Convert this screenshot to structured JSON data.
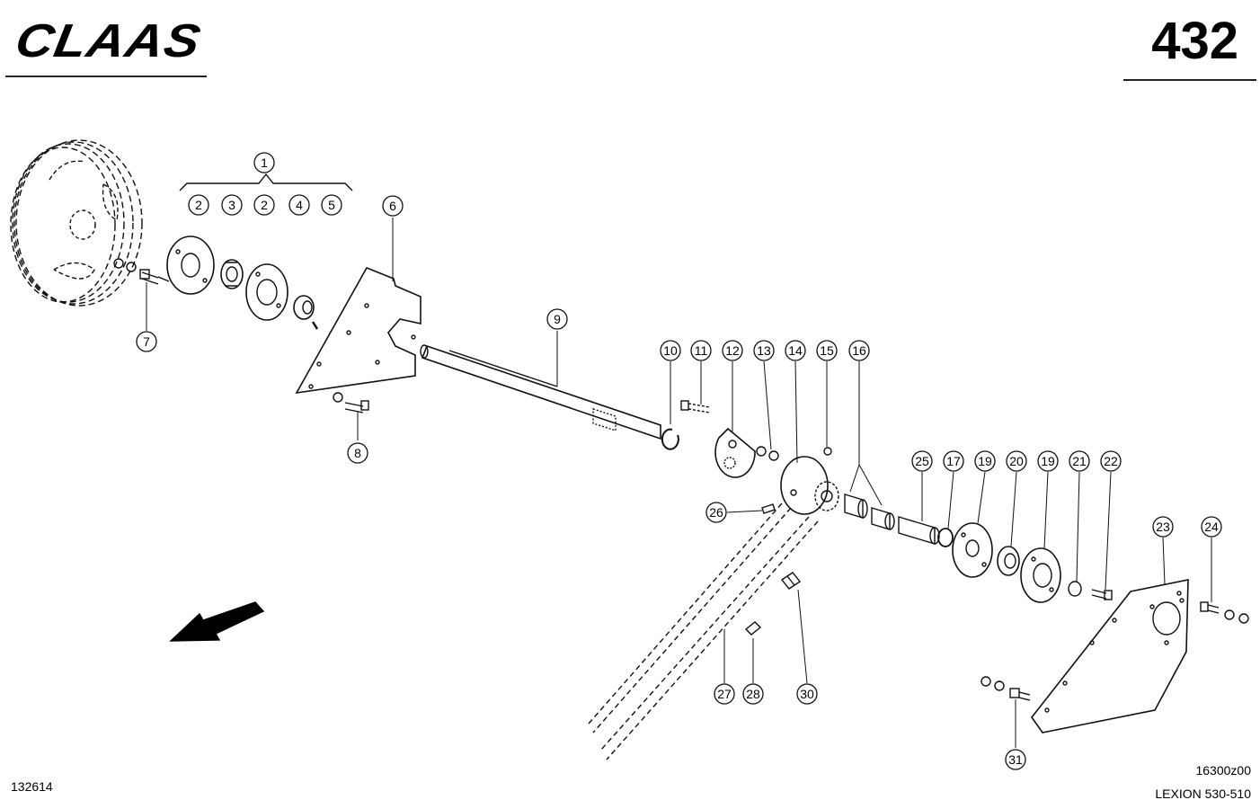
{
  "header": {
    "brand": "CLAAS",
    "page_number": "432"
  },
  "footer": {
    "left_id": "132614",
    "drawing_id": "16300z00",
    "model": "LEXION 530-510"
  },
  "callouts": [
    {
      "id": "c1",
      "label": "1"
    },
    {
      "id": "c2a",
      "label": "2"
    },
    {
      "id": "c3",
      "label": "3"
    },
    {
      "id": "c2b",
      "label": "2"
    },
    {
      "id": "c4",
      "label": "4"
    },
    {
      "id": "c5",
      "label": "5"
    },
    {
      "id": "c6",
      "label": "6"
    },
    {
      "id": "c7",
      "label": "7"
    },
    {
      "id": "c8",
      "label": "8"
    },
    {
      "id": "c9",
      "label": "9"
    },
    {
      "id": "c10",
      "label": "10"
    },
    {
      "id": "c11",
      "label": "11"
    },
    {
      "id": "c12",
      "label": "12"
    },
    {
      "id": "c13",
      "label": "13"
    },
    {
      "id": "c14",
      "label": "14"
    },
    {
      "id": "c15",
      "label": "15"
    },
    {
      "id": "c16",
      "label": "16"
    },
    {
      "id": "c25",
      "label": "25"
    },
    {
      "id": "c17",
      "label": "17"
    },
    {
      "id": "c19a",
      "label": "19"
    },
    {
      "id": "c20",
      "label": "20"
    },
    {
      "id": "c19b",
      "label": "19"
    },
    {
      "id": "c21",
      "label": "21"
    },
    {
      "id": "c22",
      "label": "22"
    },
    {
      "id": "c23",
      "label": "23"
    },
    {
      "id": "c24",
      "label": "24"
    },
    {
      "id": "c26",
      "label": "26"
    },
    {
      "id": "c27",
      "label": "27"
    },
    {
      "id": "c28",
      "label": "28"
    },
    {
      "id": "c30",
      "label": "30"
    },
    {
      "id": "c31",
      "label": "31"
    }
  ]
}
